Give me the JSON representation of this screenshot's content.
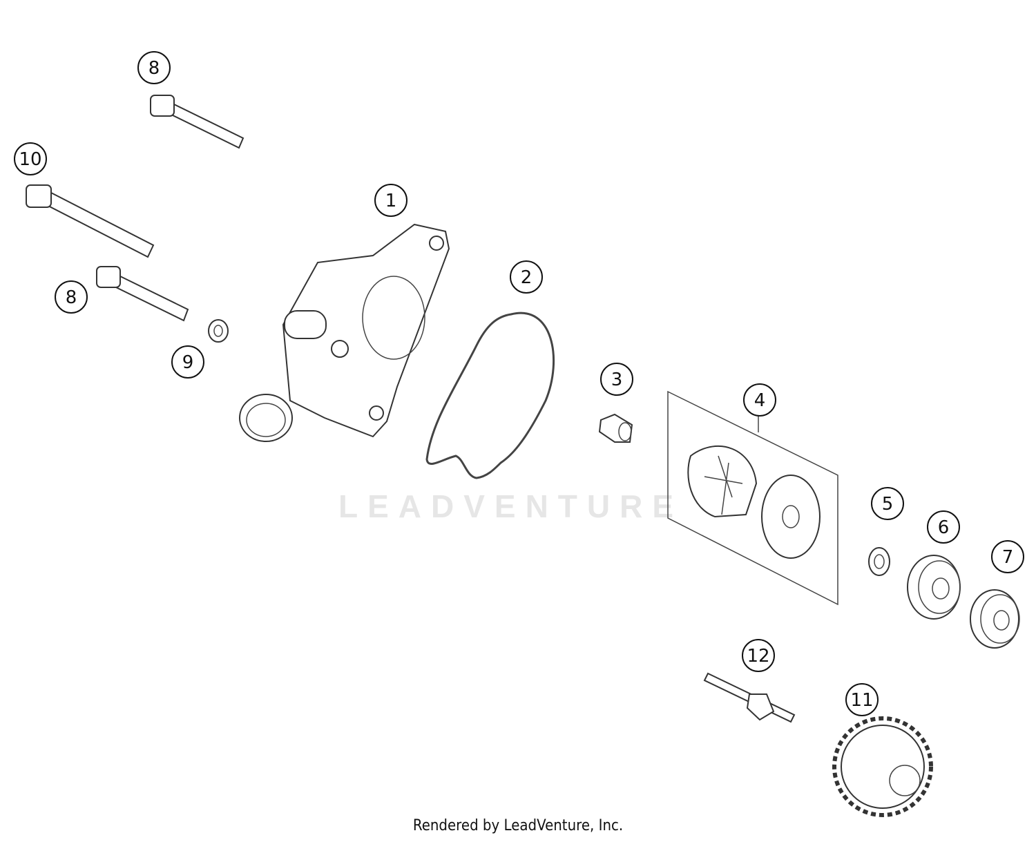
{
  "diagram": {
    "callouts": [
      "8",
      "10",
      "1",
      "2",
      "8",
      "9",
      "3",
      "4",
      "5",
      "6",
      "7",
      "12",
      "11"
    ],
    "watermark": "LEADVENTURE",
    "footer": "Rendered by LeadVenture, Inc."
  }
}
